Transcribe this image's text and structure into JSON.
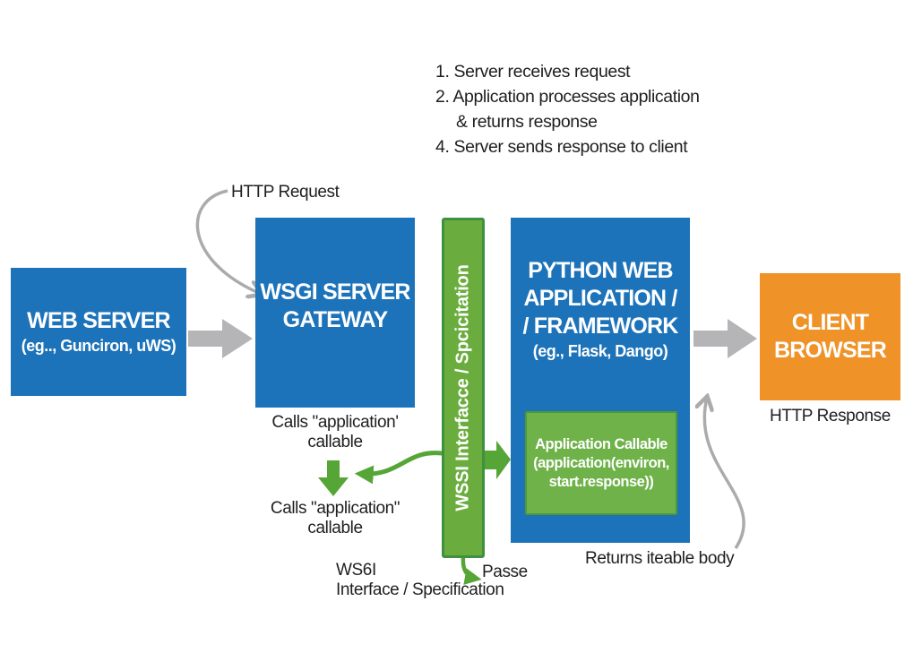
{
  "colors": {
    "box_blue": "#1d73b9",
    "box_orange": "#ef9227",
    "bar_green_fill": "#6aad3e",
    "bar_green_border": "#3f9140",
    "arrow_green": "#55a636",
    "callable_green_fill": "#6fb249",
    "callable_green_border": "#4c9a36",
    "arrow_gray": "#b5b5b7",
    "text_black": "#1f1f1f",
    "text_white": "#ffffff"
  },
  "steps": {
    "lines": [
      "1. Server receives request",
      "2. Application processes application",
      "& returns response",
      "4. Server sends response to client"
    ]
  },
  "nodes": {
    "web_server": {
      "title": "WEB SERVER",
      "subtitle": "(eg.., Gunciron, uWS)"
    },
    "wsgi_gateway": {
      "line1": "WSGI SERVER",
      "line2": "GATEWAY"
    },
    "wsgi_bar": {
      "label": "WSSI Interfacce / Spcicitation"
    },
    "python_app": {
      "line1": "PYTHON WEB",
      "line2": "APPLICATION /",
      "line3": "/ FRAMEWORK",
      "subtitle": "(eg., Flask, Dango)"
    },
    "app_callable": {
      "line1": "Application Callable",
      "line2": "(application(environ,",
      "line3": "start.response))"
    },
    "client_browser": {
      "line1": "CLIENT",
      "line2": "BROWSER"
    }
  },
  "annotations": {
    "http_request": "HTTP Request",
    "http_response": "HTTP Response",
    "calls_app_1": {
      "line1": "Calls \"application'",
      "line2": "callable"
    },
    "calls_app_2": {
      "line1": "Calls \"application\"",
      "line2": "callable"
    },
    "wsgi_footnote": {
      "line1": "WS6I",
      "line2": "Interface / Specification"
    },
    "passe": "Passe",
    "returns_iterable": "Returns iteable body"
  }
}
